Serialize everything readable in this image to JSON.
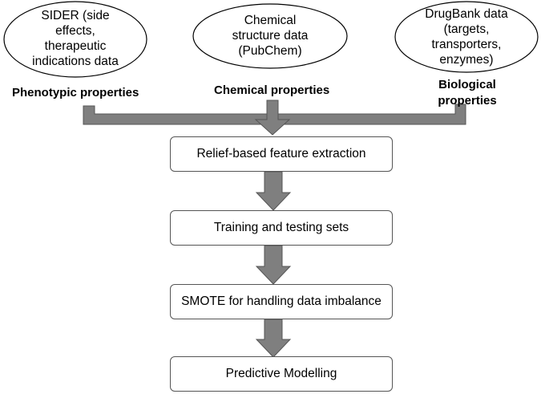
{
  "sources": [
    {
      "id": "sider",
      "lines": [
        "SIDER (side",
        "effects,",
        "therapeutic",
        "indications data"
      ]
    },
    {
      "id": "pubchem",
      "lines": [
        "Chemical",
        "structure data",
        "(PubChem)"
      ]
    },
    {
      "id": "drugbank",
      "lines": [
        "DrugBank data",
        "(targets,",
        "transporters,",
        "enzymes)"
      ]
    }
  ],
  "properties": {
    "phenotypic": "Phenotypic properties",
    "chemical": "Chemical properties",
    "biological_line1": "Biological",
    "biological_line2": "properties"
  },
  "steps": [
    "Relief-based feature extraction",
    "Training and testing sets",
    "SMOTE for handling data imbalance",
    "Predictive Modelling"
  ],
  "colors": {
    "arrow_fill": "#7f7f7f",
    "arrow_stroke": "#555555",
    "box_border": "#555555",
    "oval_stroke": "#000000"
  }
}
